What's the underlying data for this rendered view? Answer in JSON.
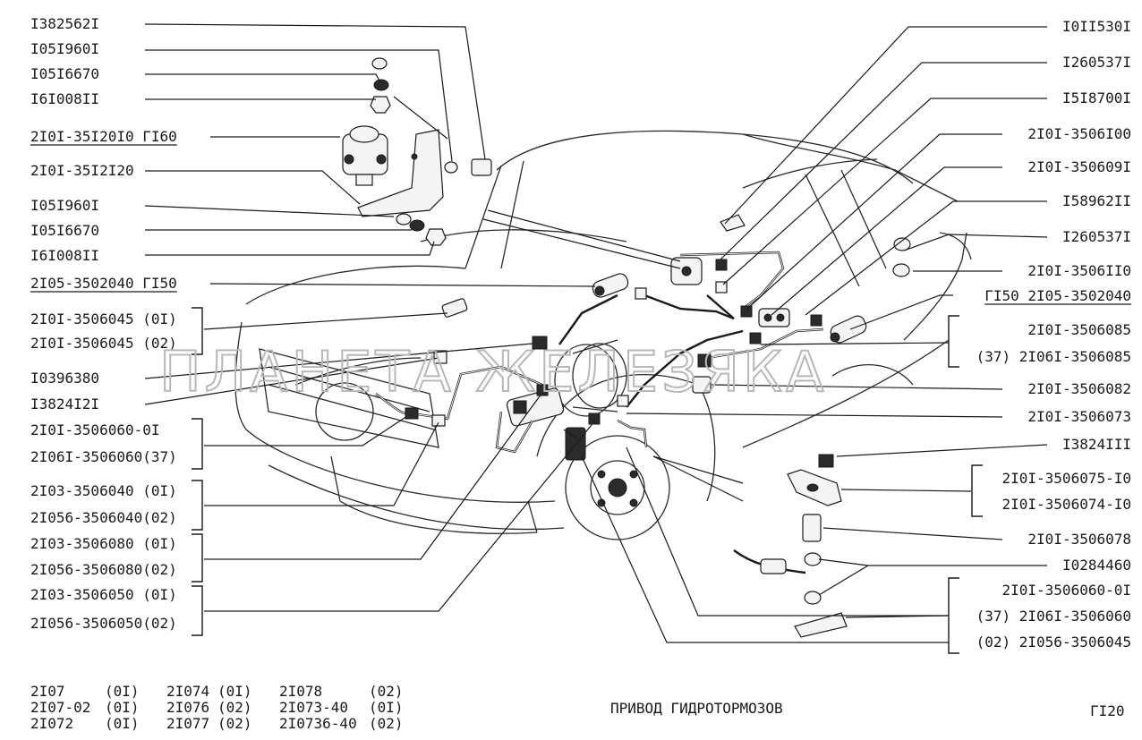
{
  "watermark": "ПЛАНЕТА ЖЕЛЕЗЯКА",
  "caption": "ПРИВОД ГИДРОТОРМОЗОВ",
  "page_number": "ГI20",
  "left_labels": [
    {
      "text": "I382562I",
      "underline": false
    },
    {
      "text": "I05I960I",
      "underline": false
    },
    {
      "text": "I05I6670",
      "underline": false
    },
    {
      "text": "I6I008II",
      "underline": false
    },
    {
      "text": "2I0I-35I20I0 ГI60",
      "underline": true
    },
    {
      "text": "2I0I-35I2I20",
      "underline": false
    },
    {
      "text": "I05I960I",
      "underline": false
    },
    {
      "text": "I05I6670",
      "underline": false
    },
    {
      "text": "I6I008II",
      "underline": false
    },
    {
      "text": "2I05-3502040 ГI50",
      "underline": true
    },
    {
      "text": "2I0I-3506045 (0I)",
      "underline": false
    },
    {
      "text": "2I0I-3506045 (02)",
      "underline": false
    },
    {
      "text": "I0396380",
      "underline": false
    },
    {
      "text": "I3824I2I",
      "underline": false
    },
    {
      "text": "2I0I-3506060-0I",
      "underline": false
    },
    {
      "text": "2I06I-3506060(37)",
      "underline": false
    },
    {
      "text": "2I03-3506040 (0I)",
      "underline": false
    },
    {
      "text": "2I056-3506040(02)",
      "underline": false
    },
    {
      "text": "2I03-3506080 (0I)",
      "underline": false
    },
    {
      "text": "2I056-3506080(02)",
      "underline": false
    },
    {
      "text": "2I03-3506050 (0I)",
      "underline": false
    },
    {
      "text": "2I056-3506050(02)",
      "underline": false
    }
  ],
  "right_labels": [
    {
      "text": "I0II530I",
      "underline": false
    },
    {
      "text": "I260537I",
      "underline": false
    },
    {
      "text": "I5I8700I",
      "underline": false
    },
    {
      "text": "2I0I-3506I00",
      "underline": false
    },
    {
      "text": "2I0I-350609I",
      "underline": false
    },
    {
      "text": "I58962II",
      "underline": false
    },
    {
      "text": "I260537I",
      "underline": false
    },
    {
      "text": "2I0I-3506II0",
      "underline": false
    },
    {
      "text": "ГI50 2I05-3502040",
      "underline": true
    },
    {
      "text": "2I0I-3506085",
      "underline": false
    },
    {
      "text": "(37) 2I06I-3506085",
      "underline": false
    },
    {
      "text": "2I0I-3506082",
      "underline": false
    },
    {
      "text": "2I0I-3506073",
      "underline": false
    },
    {
      "text": "I3824III",
      "underline": false
    },
    {
      "text": "2I0I-3506075-I0",
      "underline": false
    },
    {
      "text": "2I0I-3506074-I0",
      "underline": false
    },
    {
      "text": "2I0I-3506078",
      "underline": false
    },
    {
      "text": "I0284460",
      "underline": false
    },
    {
      "text": "2I0I-3506060-0I",
      "underline": false
    },
    {
      "text": "(37) 2I06I-3506060",
      "underline": false
    },
    {
      "text": "(02) 2I056-3506045",
      "underline": false
    }
  ],
  "models": [
    [
      "2I07",
      "(0I)"
    ],
    [
      "2I07-02",
      "(0I)"
    ],
    [
      "2I072",
      "(0I)"
    ],
    [
      "2I074",
      "(0I)"
    ],
    [
      "2I076",
      "(02)"
    ],
    [
      "2I077",
      "(02)"
    ],
    [
      "2I078",
      "(02)"
    ],
    [
      "2I073-40",
      "(0I)"
    ],
    [
      "2I0736-40",
      "(02)"
    ]
  ]
}
